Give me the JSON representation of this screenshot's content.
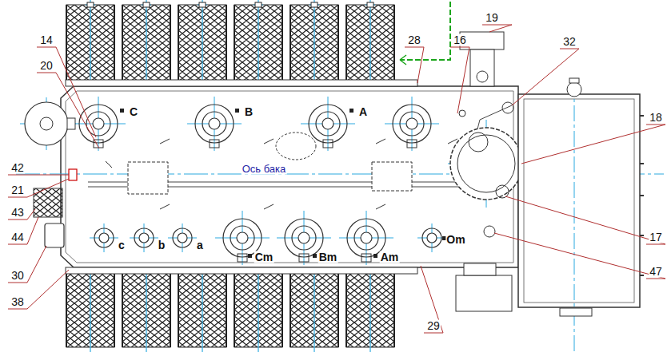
{
  "diagram": {
    "labels": [
      "14",
      "20",
      "C",
      "B",
      "A",
      "16",
      "28",
      "19",
      "32",
      "18",
      "Ось бака",
      "42",
      "21",
      "43",
      "44",
      "c",
      "b",
      "a",
      "Cm",
      "Bm",
      "Am",
      "Om",
      "30",
      "38",
      "29",
      "17",
      "47"
    ]
  }
}
